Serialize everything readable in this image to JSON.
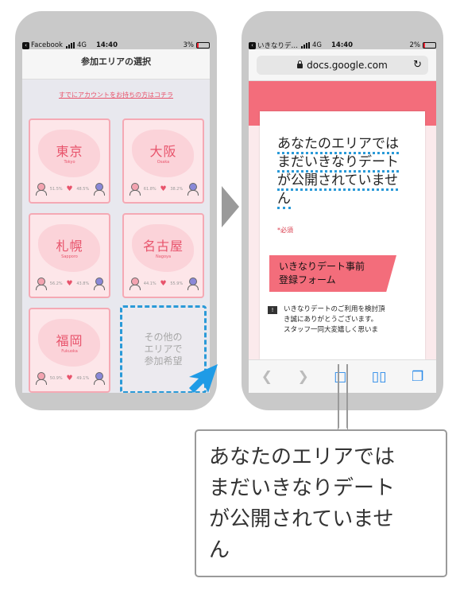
{
  "left_phone": {
    "status": {
      "app": "Facebook",
      "network": "4G",
      "time": "14:40",
      "battery": "3%"
    },
    "header_title": "参加エリアの選択",
    "login_link": "すでにアカウントをお持ちの方はコチラ",
    "areas": [
      {
        "name": "東京",
        "roman": "Tokyo",
        "female": "51.5%",
        "male": "48.5%"
      },
      {
        "name": "大阪",
        "roman": "Osaka",
        "female": "61.8%",
        "male": "38.2%"
      },
      {
        "name": "札幌",
        "roman": "Sapporo",
        "female": "56.2%",
        "male": "43.8%"
      },
      {
        "name": "名古屋",
        "roman": "Nagoya",
        "female": "44.1%",
        "male": "55.9%"
      },
      {
        "name": "福岡",
        "roman": "Fukuoka",
        "female": "50.9%",
        "male": "49.1%"
      }
    ],
    "other_area": [
      "その他の",
      "エリアで",
      "参加希望"
    ]
  },
  "right_phone": {
    "status": {
      "app": "いきなりデ…",
      "network": "4G",
      "time": "14:40",
      "battery": "2%"
    },
    "url": "docs.google.com",
    "form_title_lines": [
      "あなたのエリアでは",
      "まだいきなりデート",
      "が公開されていませ",
      "ん"
    ],
    "required": "*必須",
    "section_lines": [
      "いきなりデート事前",
      "登録フォーム"
    ],
    "description_lines": [
      "いきなりデートのご利用を検討頂",
      "き誠にありがとうございます。",
      "スタッフ一同大変嬉しく思いま"
    ]
  },
  "callout_lines": [
    "あなたのエリアでは",
    "まだいきなりデート",
    "が公開されていませ",
    "ん"
  ],
  "colors": {
    "accent_pink": "#e8546c",
    "form_band": "#f36d7b",
    "highlight_blue": "#2a9ad8"
  }
}
